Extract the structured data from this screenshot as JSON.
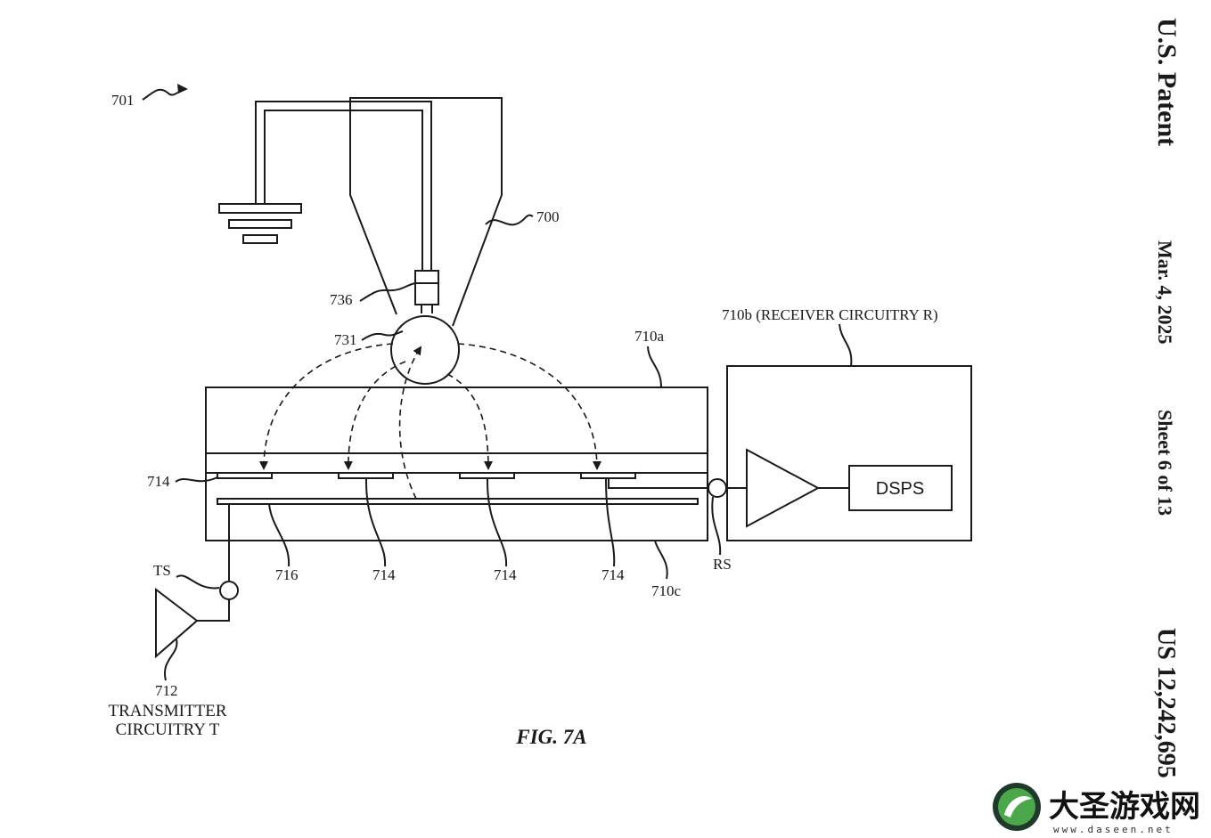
{
  "header": {
    "office": "U.S. Patent",
    "date": "Mar. 4, 2025",
    "sheet": "Sheet 6 of 13",
    "patent_number": "US 12,242,695"
  },
  "figure": {
    "caption": "FIG. 7A",
    "labels": {
      "l701": "701",
      "l700": "700",
      "l736": "736",
      "l731": "731",
      "l710a": "710a",
      "l710b": "710b (RECEIVER CIRCUITRY R)",
      "l714_left": "714",
      "l716": "716",
      "l714_b1": "714",
      "l714_b2": "714",
      "l714_b3": "714",
      "l710c": "710c",
      "rs": "RS",
      "ts": "TS",
      "l712": "712",
      "transmitter_line1": "TRANSMITTER",
      "transmitter_line2": "CIRCUITRY T",
      "dsps": "DSPS"
    }
  },
  "watermark": {
    "text": "大圣游戏网",
    "url": "www.daseen.net"
  }
}
